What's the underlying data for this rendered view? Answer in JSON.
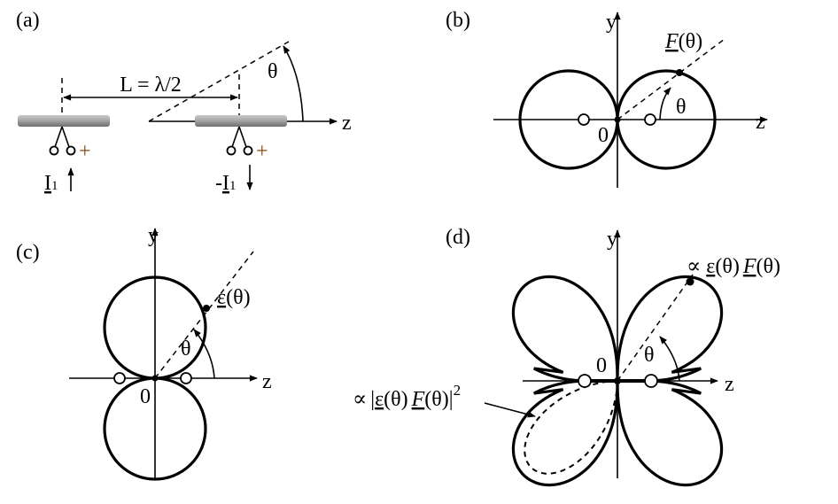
{
  "panels": {
    "a": {
      "label": "(a)",
      "spacing": "L = λ/2",
      "theta": "θ",
      "axis_z": "z",
      "plus": "+",
      "current1_pre": "",
      "current1": "I",
      "current1_sub": "1",
      "current2_pre": "-",
      "current2": "I",
      "current2_sub": "1"
    },
    "b": {
      "label": "(b)",
      "axis_y": "y",
      "axis_z": "z",
      "origin": "0",
      "theta": "θ",
      "func_name": "F",
      "func_arg": "(θ)"
    },
    "c": {
      "label": "(c)",
      "axis_y": "y",
      "axis_z": "z",
      "origin": "0",
      "theta": "θ",
      "func_name": "ε",
      "func_arg": "(θ)"
    },
    "d": {
      "label": "(d)",
      "axis_y": "y",
      "axis_z": "z",
      "origin": "0",
      "theta": "θ",
      "prop": "∝",
      "eps": "ε",
      "arg": "(θ)",
      "F": "F",
      "abs_open": "|",
      "abs_close": "|",
      "power": "2"
    }
  },
  "colors": {
    "ink": "#000000",
    "rod": "#9a9a9a",
    "plus": "#8a4a10"
  }
}
